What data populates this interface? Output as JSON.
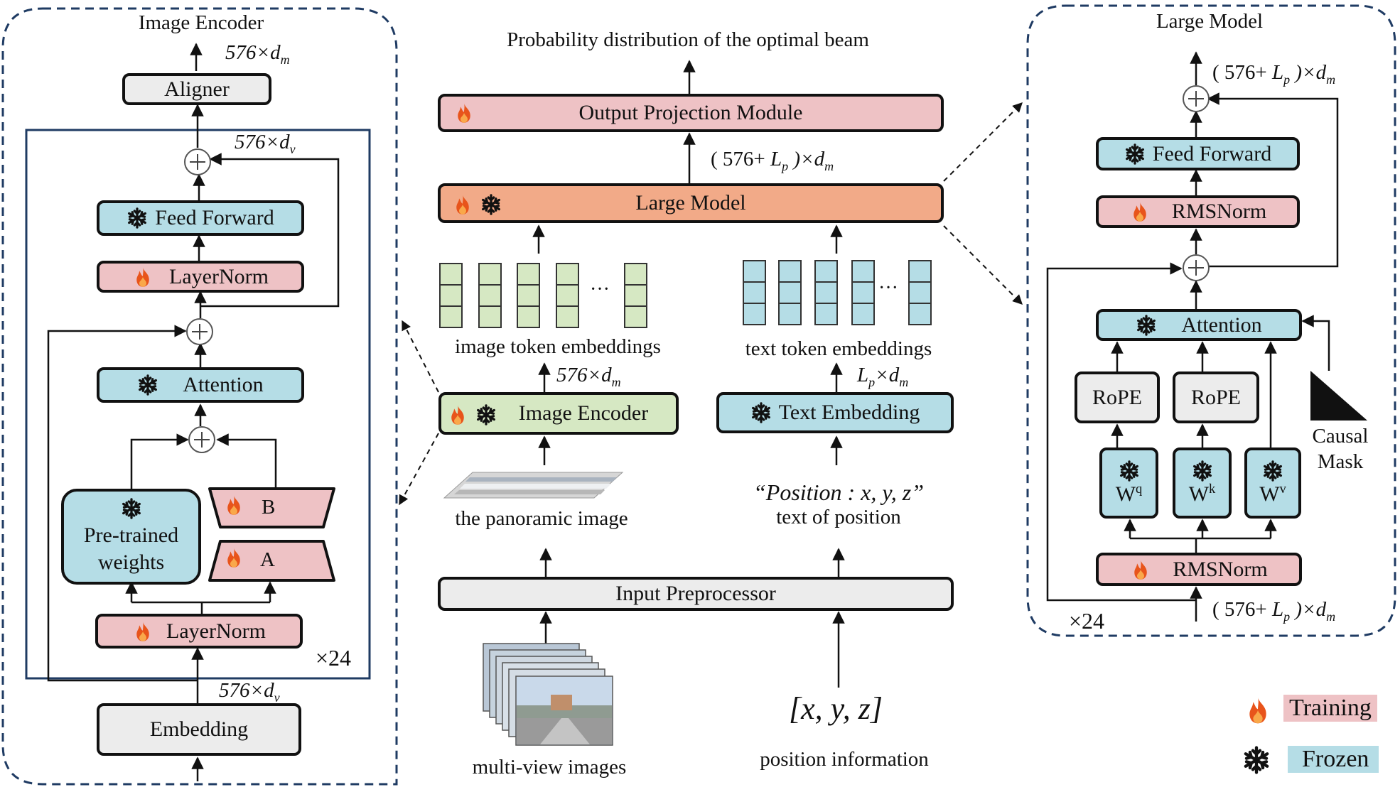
{
  "colors": {
    "training": "#eec2c5",
    "frozen": "#b5dde6",
    "large_model": "#f2aa88",
    "image_encoder": "#d6e8c3",
    "neutral": "#ececec",
    "flame": "#e8541b",
    "frame": "#1f3b63"
  },
  "icons": {
    "training": "flame-icon",
    "frozen": "snowflake-icon"
  },
  "left_panel": {
    "title": "Image Encoder",
    "top_dim": "576×d",
    "top_dim_sub": "m",
    "aligner": "Aligner",
    "block_dim": "576×d",
    "block_dim_sub": "v",
    "feed_forward": "Feed Forward",
    "layernorm_top": "LayerNorm",
    "attention": "Attention",
    "pretrained_line1": "Pre-trained",
    "pretrained_line2": "weights",
    "lora_b": "B",
    "lora_a": "A",
    "layernorm_bottom": "LayerNorm",
    "repeat": "×24",
    "embed_dim": "576×d",
    "embed_dim_sub": "v",
    "embedding": "Embedding"
  },
  "center": {
    "output_label": "Probability distribution of the optimal beam",
    "output_projection": "Output Projection Module",
    "lm_dim_prefix": "( 576+ ",
    "lm_dim_var": "L",
    "lm_dim_var_sub": "p",
    "lm_dim_suffix": " )×d",
    "lm_dim_sub": "m",
    "large_model": "Large Model",
    "image_tokens_label": "image token embeddings",
    "text_tokens_label": "text token embeddings",
    "dots": "···",
    "img_dim": "576×d",
    "img_dim_sub": "m",
    "txt_dim_var": "L",
    "txt_dim_var_sub": "p",
    "txt_dim_mid": "×d",
    "txt_dim_sub": "m",
    "image_encoder": "Image Encoder",
    "text_embedding": "Text Embedding",
    "panorama_label": "the panoramic image",
    "position_text": "“Position : x, y, z”",
    "position_text_label": "text of position",
    "input_preprocessor": "Input Preprocessor",
    "multiview_label": "multi-view images",
    "xyz": "[x, y, z]",
    "position_info_label": "position information"
  },
  "right_panel": {
    "title": "Large Model",
    "top_dim_prefix": "( 576+ ",
    "top_dim_var": "L",
    "top_dim_var_sub": "p",
    "top_dim_suffix": " )×d",
    "top_dim_sub": "m",
    "feed_forward": "Feed Forward",
    "rmsnorm_top": "RMSNorm",
    "attention": "Attention",
    "rope_1": "RoPE",
    "rope_2": "RoPE",
    "wq": "W",
    "wq_sup": "q",
    "wk": "W",
    "wk_sup": "k",
    "wv": "W",
    "wv_sup": "v",
    "causal_line1": "Causal",
    "causal_line2": "Mask",
    "rmsnorm_bottom": "RMSNorm",
    "repeat": "×24",
    "bottom_dim_prefix": "( 576+ ",
    "bottom_dim_var": "L",
    "bottom_dim_var_sub": "p",
    "bottom_dim_suffix": " )×d",
    "bottom_dim_sub": "m"
  },
  "legend": {
    "training": "Training",
    "frozen": "Frozen"
  }
}
